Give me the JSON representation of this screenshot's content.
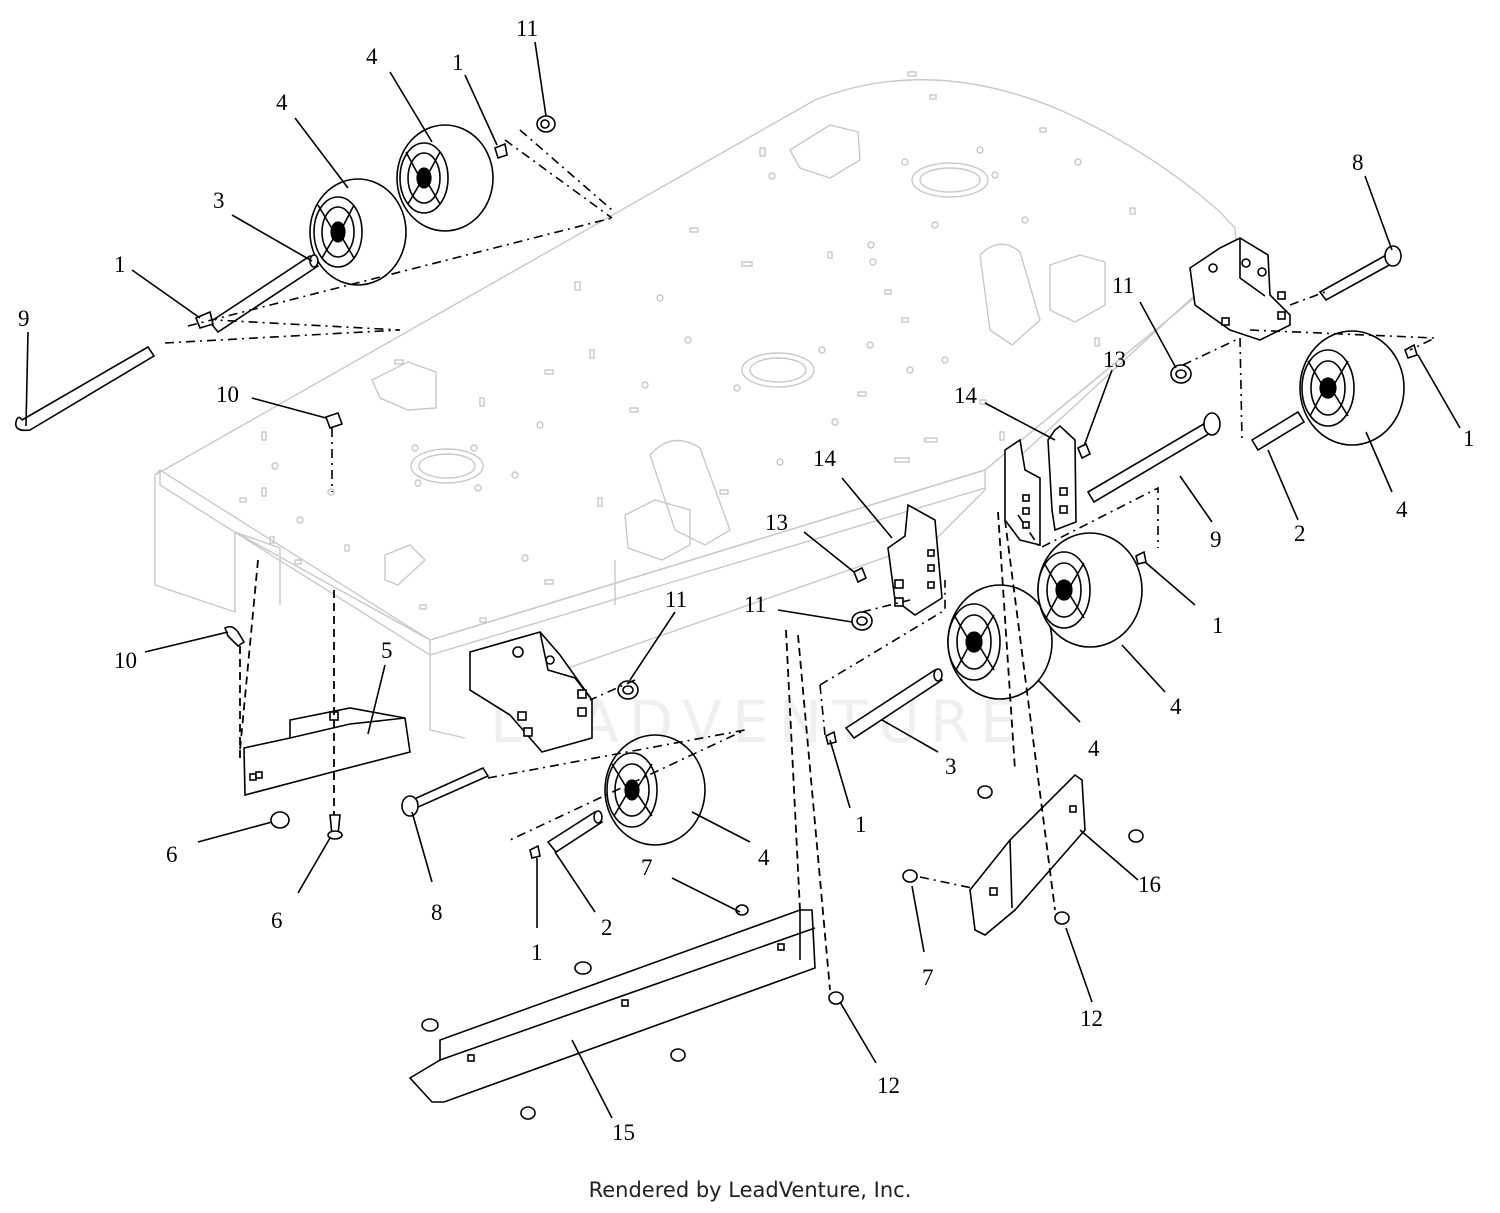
{
  "footer_text": "Rendered by LeadVenture, Inc.",
  "watermark_text": "LEADVENTURE",
  "callouts": [
    {
      "id": "c1",
      "label": "11"
    },
    {
      "id": "c2",
      "label": "4"
    },
    {
      "id": "c3",
      "label": "1"
    },
    {
      "id": "c4",
      "label": "4"
    },
    {
      "id": "c5",
      "label": "3"
    },
    {
      "id": "c6",
      "label": "1"
    },
    {
      "id": "c7",
      "label": "9"
    },
    {
      "id": "c8",
      "label": "10"
    },
    {
      "id": "c9",
      "label": "10"
    },
    {
      "id": "c10",
      "label": "5"
    },
    {
      "id": "c11",
      "label": "6"
    },
    {
      "id": "c12",
      "label": "6"
    },
    {
      "id": "c13",
      "label": "8"
    },
    {
      "id": "c14",
      "label": "11"
    },
    {
      "id": "c15",
      "label": "1"
    },
    {
      "id": "c16",
      "label": "2"
    },
    {
      "id": "c17",
      "label": "4"
    },
    {
      "id": "c18",
      "label": "7"
    },
    {
      "id": "c19",
      "label": "15"
    },
    {
      "id": "c20",
      "label": "12"
    },
    {
      "id": "c21",
      "label": "13"
    },
    {
      "id": "c22",
      "label": "14"
    },
    {
      "id": "c23",
      "label": "11"
    },
    {
      "id": "c24",
      "label": "1"
    },
    {
      "id": "c25",
      "label": "3"
    },
    {
      "id": "c26",
      "label": "4"
    },
    {
      "id": "c27",
      "label": "4"
    },
    {
      "id": "c28",
      "label": "1"
    },
    {
      "id": "c29",
      "label": "7"
    },
    {
      "id": "c30",
      "label": "16"
    },
    {
      "id": "c31",
      "label": "12"
    },
    {
      "id": "c32",
      "label": "14"
    },
    {
      "id": "c33",
      "label": "13"
    },
    {
      "id": "c34",
      "label": "11"
    },
    {
      "id": "c35",
      "label": "9"
    },
    {
      "id": "c36",
      "label": "2"
    },
    {
      "id": "c37",
      "label": "4"
    },
    {
      "id": "c38",
      "label": "1"
    },
    {
      "id": "c39",
      "label": "8"
    }
  ]
}
